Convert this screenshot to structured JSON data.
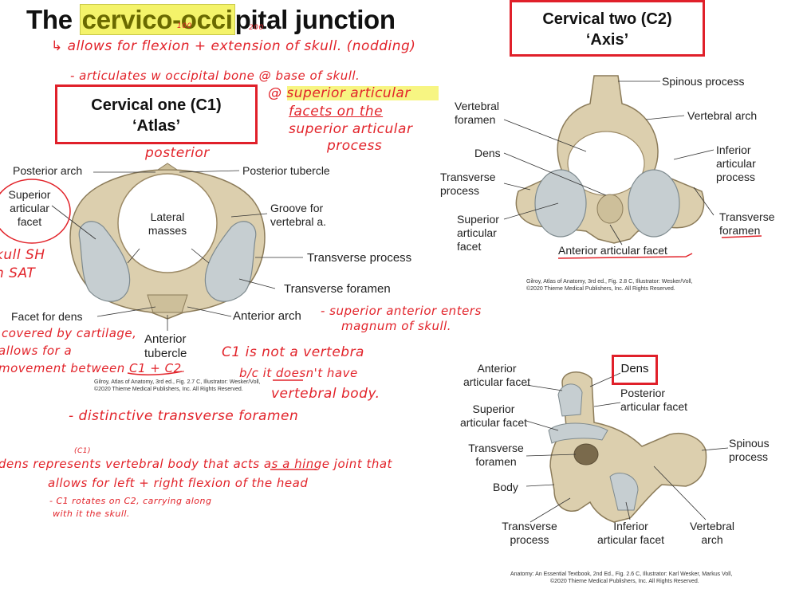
{
  "title": {
    "prefix": "The ",
    "highlighted": "cervico-occi",
    "suffix": "pital junction"
  },
  "title_annotations": {
    "n1": "100",
    "n2": "200"
  },
  "c1_box": {
    "line1": "Cervical one (C1)",
    "line2": "‘Atlas’"
  },
  "c2_box": {
    "line1": "Cervical two (C2)",
    "line2": "‘Axis’"
  },
  "dens_box": {
    "label": "Dens"
  },
  "notes": {
    "line1": "↳ allows for flexion + extension of skull. (nodding)",
    "line2": "- articulates w occipital bone @ base of skull.",
    "line3a": "@ superior articular",
    "line3b": "facets on the",
    "line3c": "superior articular",
    "line3d": "process",
    "posterior": "posterior",
    "left_cut1": "kull SH",
    "left_cut2": "n SAT",
    "anterior_arch_note1": "- superior anterior enters",
    "anterior_arch_note2": "magnum of skull.",
    "cartilage1": "covered by cartilage,",
    "cartilage2": "allows for a",
    "cartilage3": "movement between C1 + C2.",
    "c1_not1": "C1 is not a vertebra",
    "c1_not2": "b/c it doesn't have",
    "c1_not3": "vertebral body.",
    "distinctive": "- distinctive transverse foramen",
    "c1_small": "(C1)",
    "dens_rep1": "dens represents vertebral body that acts as a hinge joint that",
    "dens_rep2": "allows for left + right flexion of the head",
    "rotate1": "- C1 rotates on C2, carrying along",
    "rotate2": "with it the skull."
  },
  "atlas_labels": {
    "posterior_arch": "Posterior arch",
    "posterior_tubercle": "Posterior  tubercle",
    "superior_articular_facet": [
      "Superior",
      "articular",
      "facet"
    ],
    "lateral_masses": [
      "Lateral",
      "masses"
    ],
    "groove": [
      "Groove for",
      "vertebral a."
    ],
    "transverse_process": "Transverse process",
    "transverse_foramen": "Transverse foramen",
    "facet_for_dens": "Facet for dens",
    "anterior_arch": "Anterior arch",
    "anterior_tubercle": [
      "Anterior",
      "tubercle"
    ],
    "credit1": "Gilroy, Atlas of Anatomy, 3rd ed., Fig. 2.7 C, Illustrator: Wesker/Voll,",
    "credit2": "©2020 Thieme Medical Publishers, Inc. All Rights Reserved."
  },
  "axis_top_labels": {
    "spinous_process": "Spinous process",
    "vertebral_arch": "Vertebral arch",
    "vertebral_foramen": [
      "Vertebral",
      "foramen"
    ],
    "dens": "Dens",
    "inferior_articular_process": [
      "Inferior",
      "articular",
      "process"
    ],
    "transverse_process": [
      "Transverse",
      "process"
    ],
    "transverse_foramen": [
      "Transverse",
      "foramen"
    ],
    "superior_articular_facet": [
      "Superior",
      "articular",
      "facet"
    ],
    "anterior_articular_facet": "Anterior articular facet",
    "credit1": "Gilroy, Atlas of Anatomy, 3rd ed., Fig. 2.8 C, Illustrator: Wesker/Voll,",
    "credit2": "©2020 Thieme Medical Publishers, Inc. All Rights Reserved."
  },
  "axis_side_labels": {
    "anterior_articular_facet": [
      "Anterior",
      "articular facet"
    ],
    "posterior_articular_facet": [
      "Posterior",
      "articular facet"
    ],
    "superior_articular_facet": [
      "Superior",
      "articular facet"
    ],
    "spinous_process": [
      "Spinous",
      "process"
    ],
    "transverse_foramen": [
      "Transverse",
      "foramen"
    ],
    "body": "Body",
    "transverse_process": [
      "Transverse",
      "process"
    ],
    "inferior_articular_facet": [
      "Inferior",
      "articular facet"
    ],
    "vertebral_arch": [
      "Vertebral",
      "arch"
    ],
    "credit1": "Anatomy: An Essential Textbook, 2nd Ed., Fig. 2.6 C, Illustrator: Karl Wesker, Markus Voll,",
    "credit2": "©2020 Thieme Medical Publishers, Inc. All Rights Reserved."
  },
  "colors": {
    "accent_red": "#e0202a",
    "highlight": "#f4f36a",
    "bone": "#ddd2b4",
    "cartilage": "#c9d2d4"
  }
}
